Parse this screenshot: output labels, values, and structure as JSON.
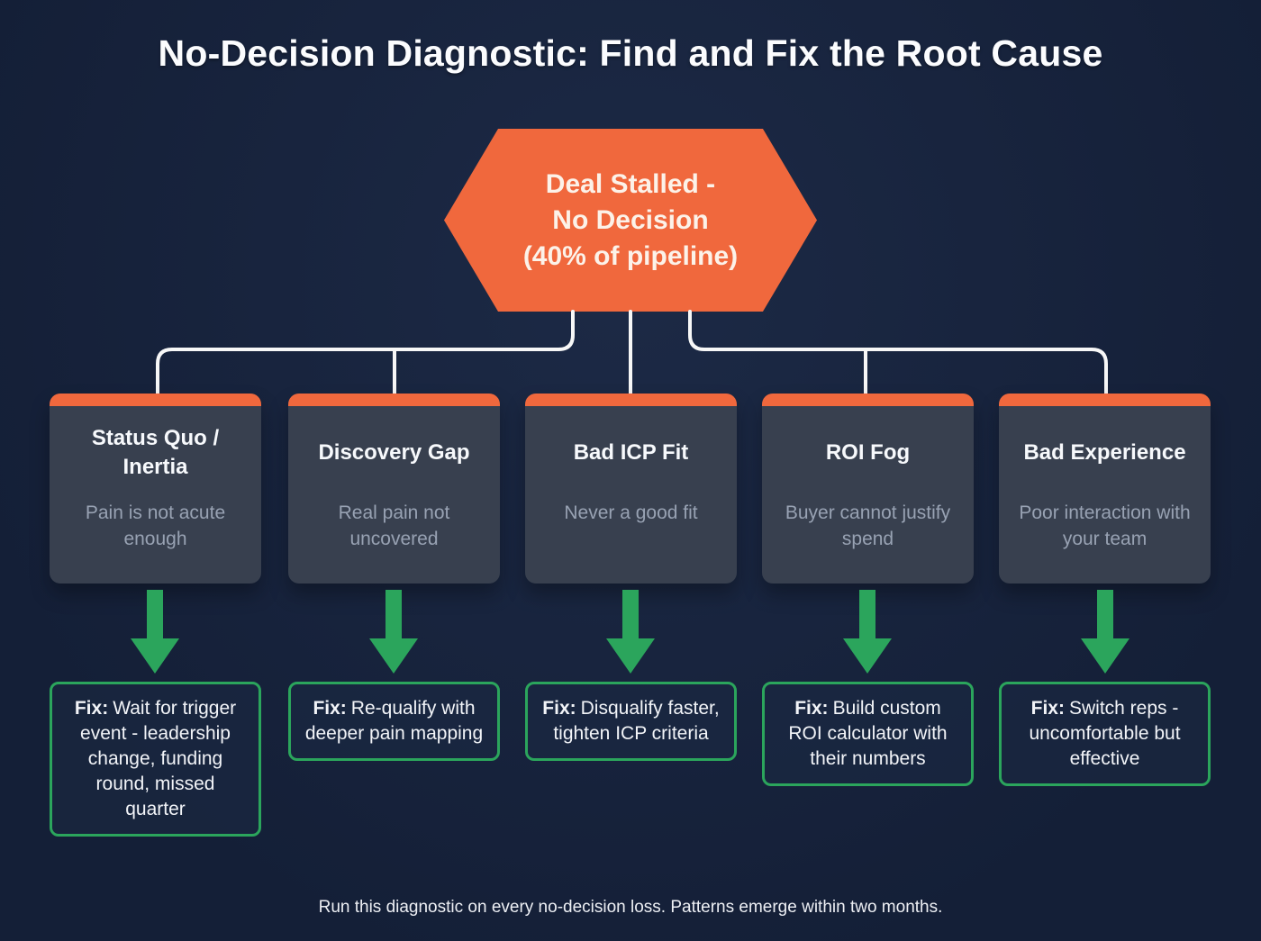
{
  "page": {
    "title": "No-Decision Diagnostic: Find and Fix the Root Cause",
    "footer": "Run this diagnostic on every no-decision loss. Patterns emerge within two months."
  },
  "root_node": {
    "label": "Deal Stalled -\nNo Decision\n(40% of pipeline)",
    "pipeline_share": "40%"
  },
  "causes": [
    {
      "title": "Status Quo / Inertia",
      "subtitle": "Pain is not acute enough",
      "fix_label": "Fix:",
      "fix_text": "Wait for trigger event - leadership change, funding round, missed quarter"
    },
    {
      "title": "Discovery Gap",
      "subtitle": "Real pain not uncovered",
      "fix_label": "Fix:",
      "fix_text": "Re-qualify with deeper pain mapping"
    },
    {
      "title": "Bad ICP Fit",
      "subtitle": "Never a good fit",
      "fix_label": "Fix:",
      "fix_text": "Disqualify faster, tighten ICP criteria"
    },
    {
      "title": "ROI Fog",
      "subtitle": "Buyer cannot justify spend",
      "fix_label": "Fix:",
      "fix_text": "Build custom ROI calculator with their numbers"
    },
    {
      "title": "Bad Experience",
      "subtitle": "Poor interaction with your team",
      "fix_label": "Fix:",
      "fix_text": "Switch reps - uncomfortable but effective"
    }
  ],
  "colors": {
    "background": "#17233D",
    "accent_orange": "#F0683D",
    "accent_green": "#2BA55C",
    "card_body": "#38404F",
    "connector": "#F7F7F7",
    "title_text": "#FBFCFE",
    "subtitle_text": "#98A2B3"
  }
}
